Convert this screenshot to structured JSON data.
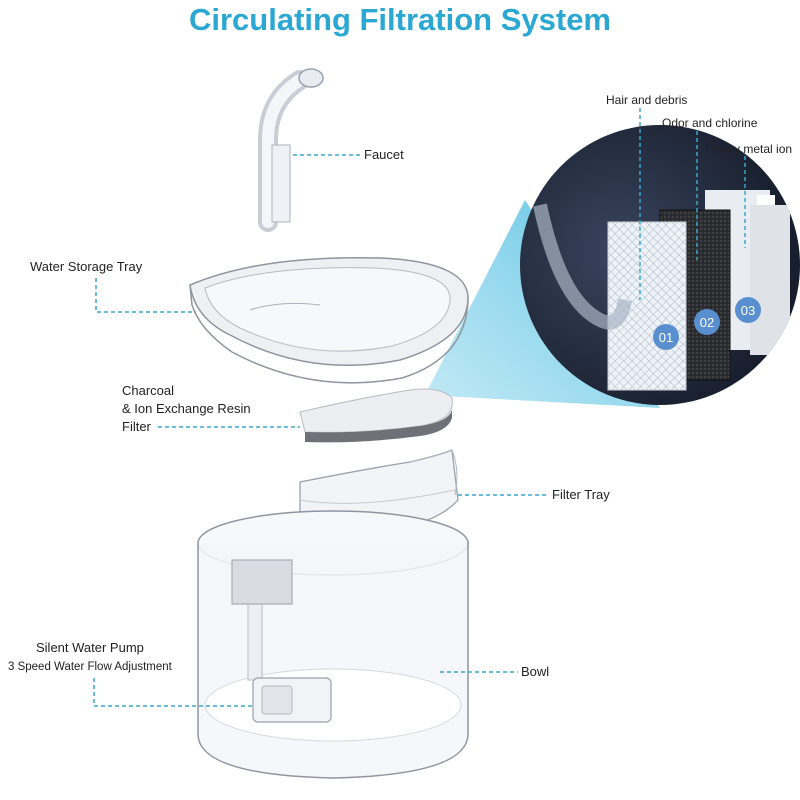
{
  "title": "Circulating Filtration System",
  "parts": {
    "faucet": "Faucet",
    "water_storage_tray": "Water Storage Tray",
    "filter_line1": "Charcoal",
    "filter_line2": "& Ion Exchange Resin",
    "filter_line3": "Filter",
    "filter_tray": "Filter Tray",
    "pump_line1": "Silent Water Pump",
    "pump_line2": "3 Speed Water Flow Adjustment",
    "bowl": "Bowl"
  },
  "layers": {
    "layer1_label": "Hair and debris",
    "layer2_label": "Odor and chlorine",
    "layer3_label": "Heavy metal ion",
    "layer1_num": "01",
    "layer2_num": "02",
    "layer3_num": "03"
  },
  "colors": {
    "accent": "#2aa7d3",
    "leader": "#3aa6cc",
    "zoom_bg": "#1c2233"
  }
}
